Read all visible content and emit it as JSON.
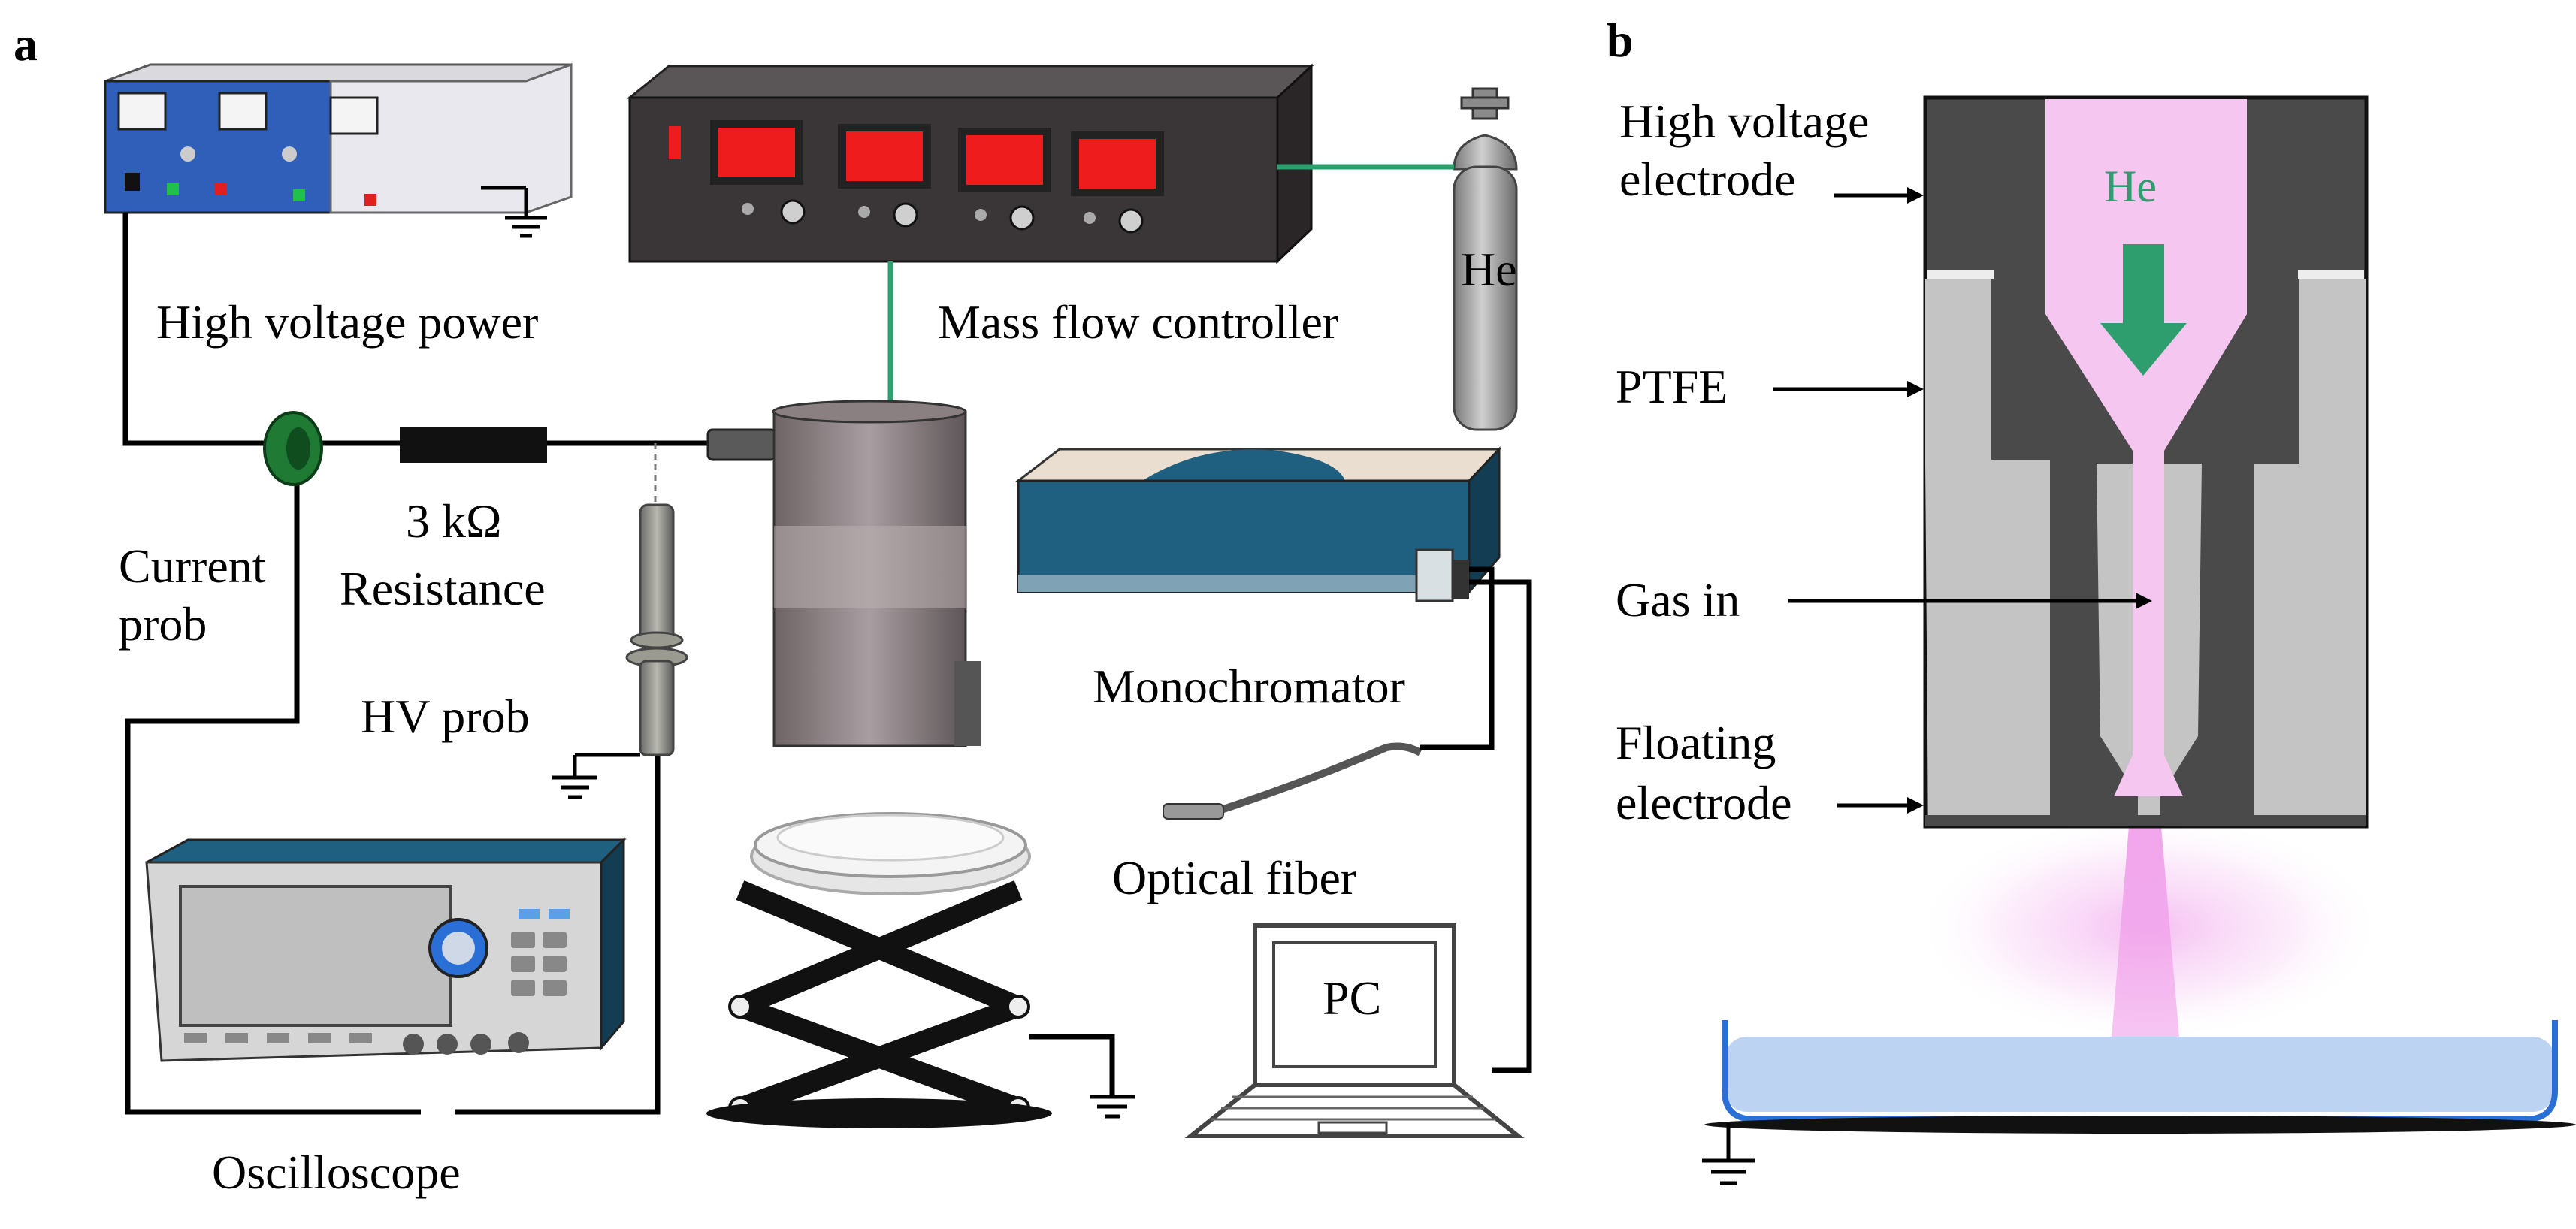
{
  "panels": {
    "a": "a",
    "b": "b"
  },
  "labels_a": {
    "hv_power": "High voltage power",
    "mfc": "Mass flow controller",
    "he_cylinder": "He",
    "resistance_value": "3 kΩ",
    "resistance": "Resistance",
    "current_probe_line1": "Current",
    "current_probe_line2": "prob",
    "hv_probe": "HV prob",
    "monochromator": "Monochromator",
    "optical_fiber": "Optical fiber",
    "pc": "PC",
    "oscilloscope": "Oscilloscope"
  },
  "labels_b": {
    "hv_electrode_line1": "High voltage",
    "hv_electrode_line2": "electrode",
    "ptfe": "PTFE",
    "gas_in": "Gas in",
    "floating_line1": "Floating",
    "floating_line2": "electrode",
    "he": "He"
  },
  "colors": {
    "gas_line": "#2e9e6e",
    "display_red": "#ee1c1c",
    "plasma_pink": "#f5c6f0",
    "electrode_dark": "#4a4a4a",
    "ptfe_gray": "#c4c4c4",
    "water_blue": "#bcd3f2",
    "monochromator_teal": "#1f5f7f",
    "hv_power_blue": "#2f5fb8"
  }
}
